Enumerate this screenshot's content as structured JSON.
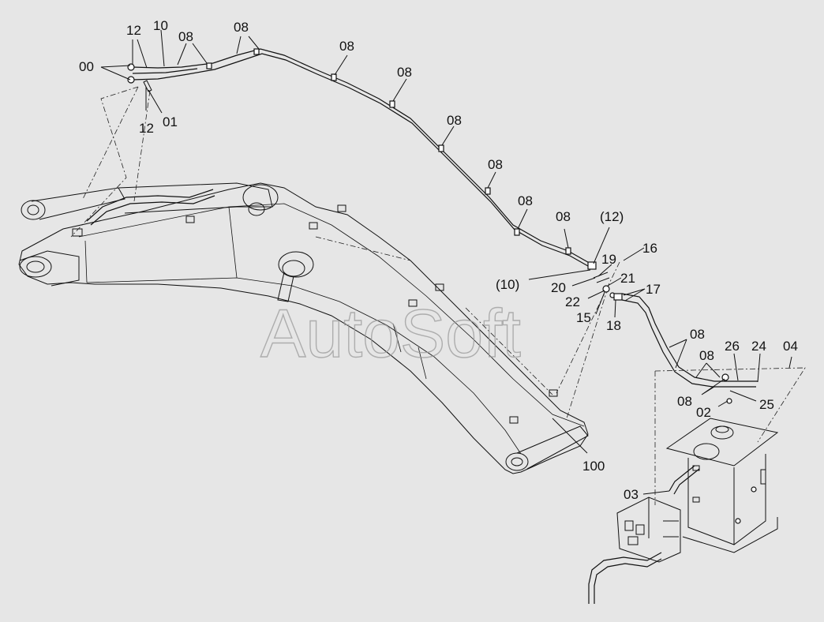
{
  "watermark": "AutoSoft",
  "labels": [
    {
      "id": "00",
      "text": "00"
    },
    {
      "id": "12a",
      "text": "12"
    },
    {
      "id": "10",
      "text": "10"
    },
    {
      "id": "08a",
      "text": "08"
    },
    {
      "id": "08b",
      "text": "08"
    },
    {
      "id": "08c",
      "text": "08"
    },
    {
      "id": "08d",
      "text": "08"
    },
    {
      "id": "08e",
      "text": "08"
    },
    {
      "id": "08f",
      "text": "08"
    },
    {
      "id": "08g",
      "text": "08"
    },
    {
      "id": "08h",
      "text": "08"
    },
    {
      "id": "12b",
      "text": "12"
    },
    {
      "id": "01",
      "text": "01"
    },
    {
      "id": "12p",
      "text": "(12)"
    },
    {
      "id": "16",
      "text": "16"
    },
    {
      "id": "19",
      "text": "19"
    },
    {
      "id": "10p",
      "text": "(10)"
    },
    {
      "id": "20",
      "text": "20"
    },
    {
      "id": "21",
      "text": "21"
    },
    {
      "id": "22",
      "text": "22"
    },
    {
      "id": "17",
      "text": "17"
    },
    {
      "id": "15",
      "text": "15"
    },
    {
      "id": "18",
      "text": "18"
    },
    {
      "id": "08i",
      "text": "08"
    },
    {
      "id": "08j",
      "text": "08"
    },
    {
      "id": "26",
      "text": "26"
    },
    {
      "id": "24",
      "text": "24"
    },
    {
      "id": "04",
      "text": "04"
    },
    {
      "id": "08k",
      "text": "08"
    },
    {
      "id": "02",
      "text": "02"
    },
    {
      "id": "25",
      "text": "25"
    },
    {
      "id": "100",
      "text": "100"
    },
    {
      "id": "03",
      "text": "03"
    }
  ]
}
